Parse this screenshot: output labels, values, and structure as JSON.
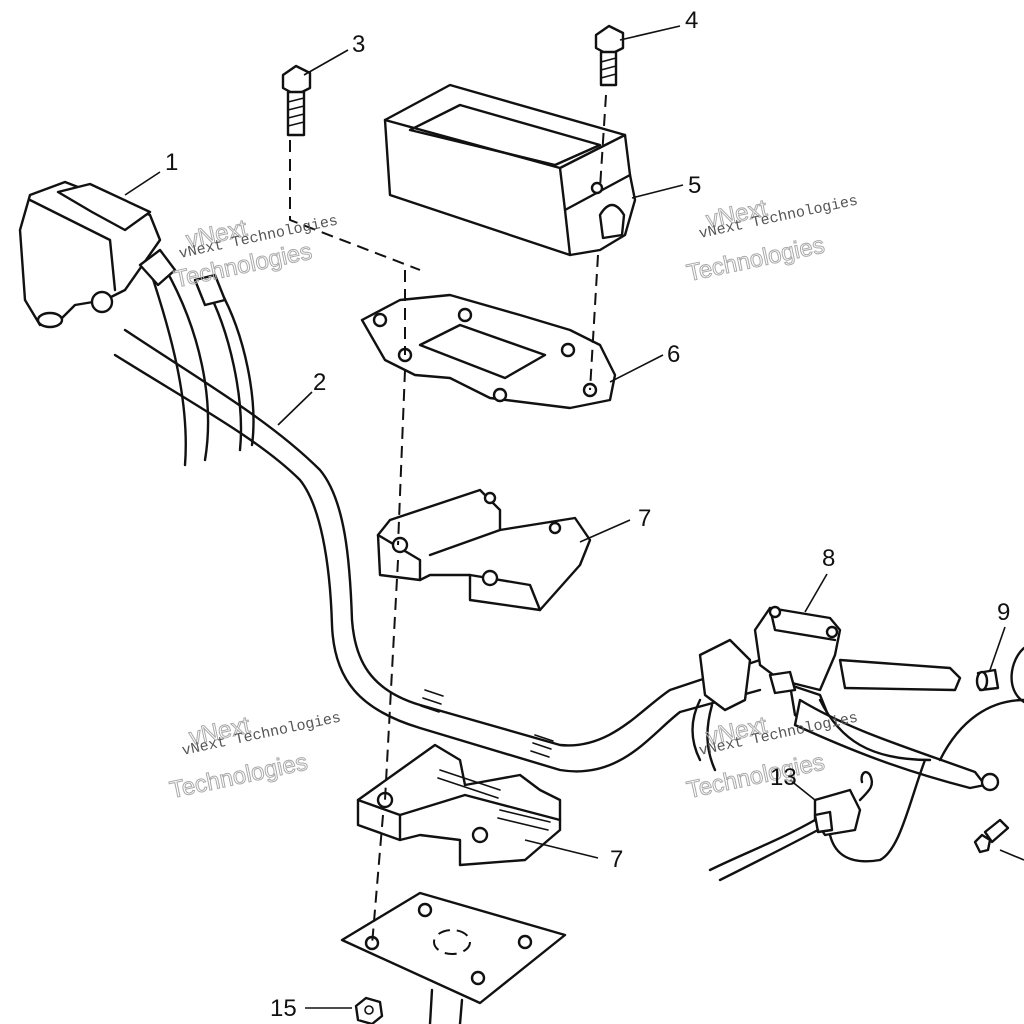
{
  "callouts": [
    "1",
    "2",
    "3",
    "4",
    "5",
    "6",
    "7",
    "7",
    "8",
    "9",
    "13",
    "15"
  ],
  "watermark": {
    "small": "vNext Technologies",
    "large_top": "vNext",
    "large_bottom": "Technologies"
  }
}
